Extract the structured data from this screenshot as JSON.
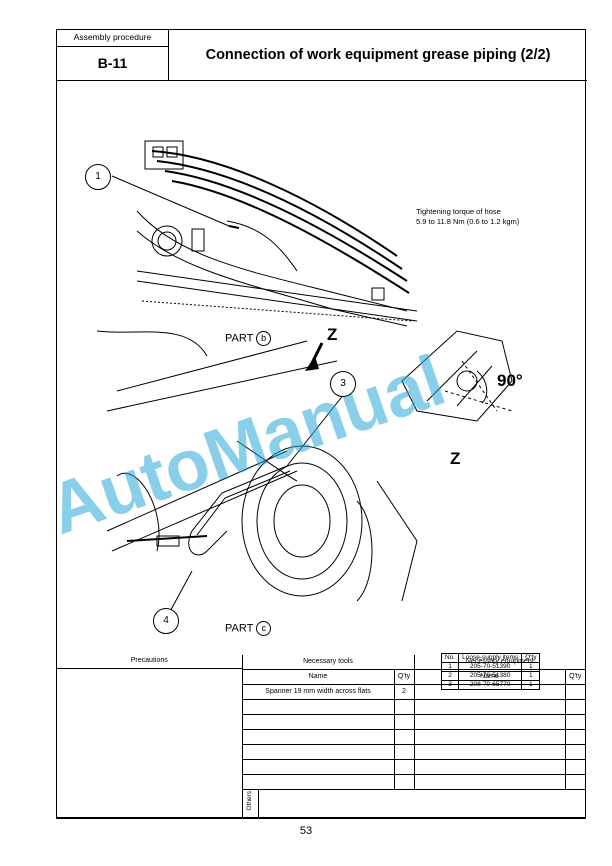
{
  "header": {
    "procedure_label": "Assembly procedure",
    "code": "B-11",
    "title": "Connection of work equipment grease piping  (2/2)"
  },
  "figure": {
    "torque_line1": "Tightening torque of hose",
    "torque_line2": "5.9 to 11.8 Nm (0.6 to 1.2 kgm)",
    "part_b_label": "PART",
    "part_b_circle": "b",
    "part_c_label": "PART",
    "part_c_circle": "c",
    "z_top": "Z",
    "z_right": "Z",
    "angle": "90°",
    "callouts": [
      "1",
      "3",
      "4"
    ]
  },
  "watermark": "AutoManual",
  "supply_table": {
    "headers": [
      "No.",
      "Loose-supply items",
      "Q'ty"
    ],
    "rows": [
      [
        "1",
        "205-70-51390",
        "1"
      ],
      [
        "2",
        "205-70-51380",
        "1"
      ],
      [
        "3",
        "208-70-65770",
        "1"
      ]
    ]
  },
  "bottom": {
    "precautions": "Precautions",
    "tools": "Necessary tools",
    "equipment": "Necessary equipment",
    "name": "Name",
    "qty": "Q'ty",
    "tool_row_name": "Spanner 19 mm width across flats",
    "tool_row_qty": "2",
    "others": "Others"
  },
  "page_number": "53",
  "colors": {
    "watermark": "#29a8d8"
  }
}
